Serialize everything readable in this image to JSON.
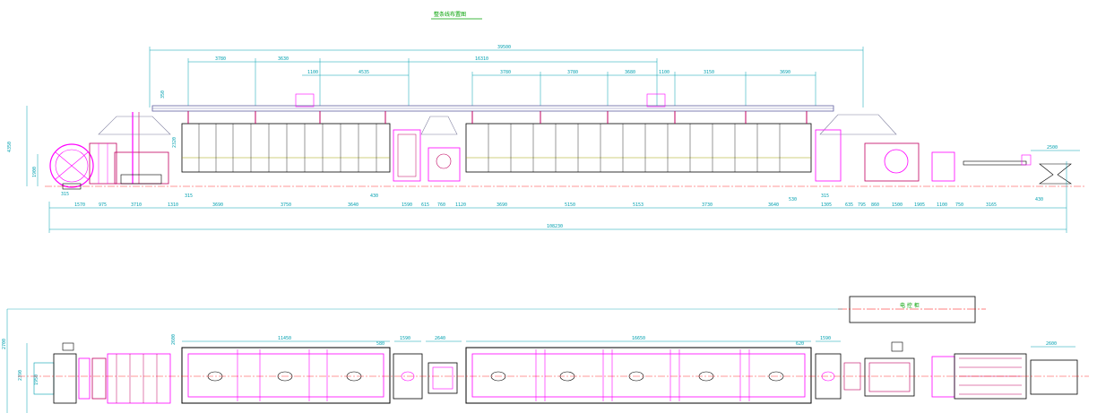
{
  "drawing": {
    "title": "整条线布置图",
    "legend_label": "电 控 柜"
  },
  "dimensions": {
    "overall_top": "39500",
    "overall_bottom": "108230",
    "seg_top": [
      "3780",
      "3630",
      "1100",
      "4535",
      "16310",
      "3780",
      "3780",
      "3680",
      "1100",
      "3150",
      "3690"
    ],
    "seg_bottom": [
      "1570",
      "975",
      "3710",
      "1310",
      "3690",
      "3750",
      "3640",
      "1590",
      "615",
      "760",
      "1120",
      "3690",
      "5150",
      "5153",
      "3730",
      "3640",
      "1305",
      "635",
      "795",
      "860",
      "1500",
      "1905",
      "1100",
      "750",
      "3165"
    ],
    "heights": [
      "4350",
      "1900",
      "2320",
      "350",
      "315",
      "430",
      "530",
      "430",
      "2500"
    ],
    "plan_left": [
      "2700",
      "2390",
      "1950",
      "2600"
    ],
    "plan_top": [
      "11450",
      "580",
      "1590",
      "2640",
      "16650",
      "620",
      "1590"
    ],
    "plan_right": "2600"
  },
  "colors": {
    "dimension": "#00a0b0",
    "machine": "#ff00ff",
    "machine_dark": "#c00060",
    "centerline": "#ff0000",
    "outline": "#000000",
    "title": "#00a000",
    "hood": "#8080a0",
    "pipe": "#6060a0"
  }
}
